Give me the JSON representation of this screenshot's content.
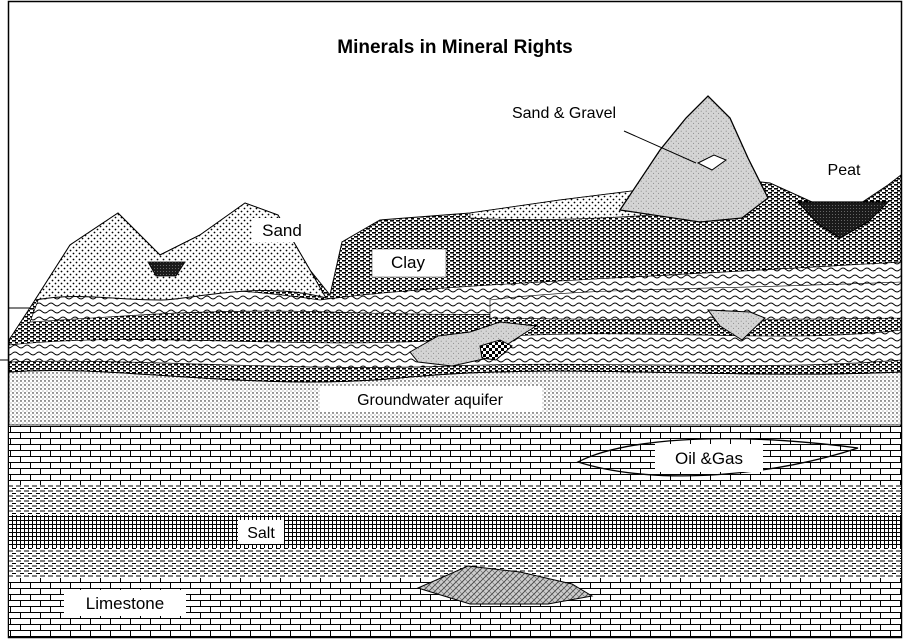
{
  "title": "Minerals in Mineral Rights",
  "labels": {
    "sand_gravel": "Sand & Gravel",
    "peat": "Peat",
    "sand": "Sand",
    "clay": "Clay",
    "groundwater": "Groundwater aquifer",
    "oil_gas": "Oil &Gas",
    "salt": "Salt",
    "limestone": "Limestone"
  },
  "colors": {
    "ink": "#000000",
    "paper": "#ffffff",
    "gravel_fill": "#d6d6d6",
    "peat_fill": "#333333"
  }
}
